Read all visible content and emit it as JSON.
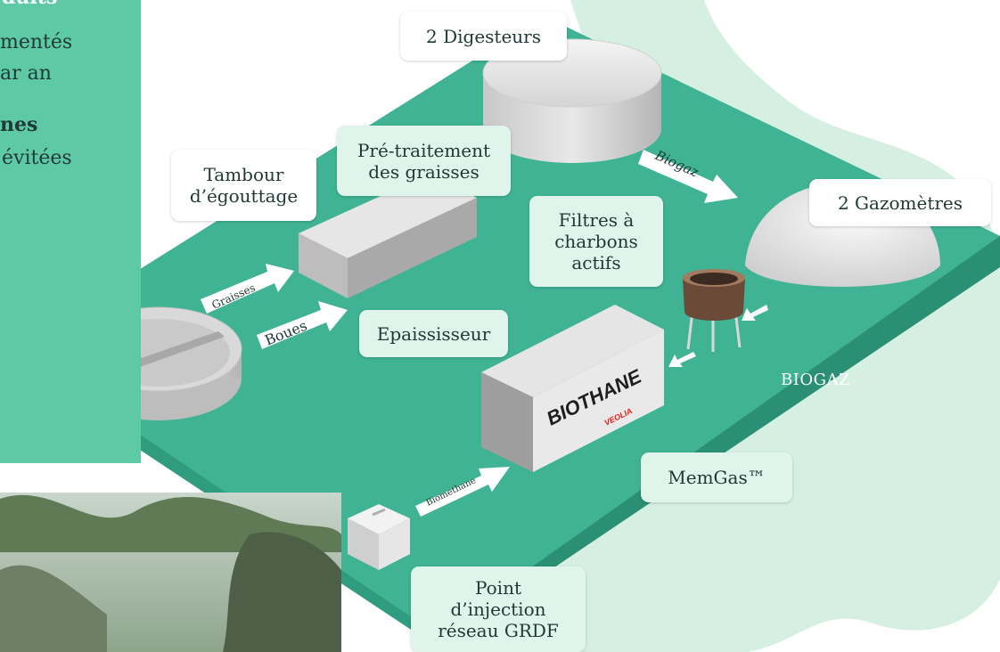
{
  "panel": {
    "title_fragment": "duits",
    "lines": [
      "mentés",
      "ar an",
      "nes",
      "évitées"
    ]
  },
  "labels": {
    "digesteurs": "2 Digesteurs",
    "pretraitement": "Pré-traitement\ndes graisses",
    "tambour": "Tambour\nd’égouttage",
    "filtres": "Filtres à\ncharbons\nactifs",
    "gazometres": "2 Gazomètres",
    "epaississeur": "Epaississeur",
    "memgas": "MemGas™",
    "point_injection": "Point\nd’injection\nréseau GRDF",
    "biogaz_zone": "BIOGAZ"
  },
  "arrows": {
    "graisses": "Graisses",
    "boues": "Boues",
    "biogaz": "Biogaz",
    "biomethane": "Biomethane"
  },
  "unit": {
    "brand": "BIOTHANE",
    "logo": "VEOLIA"
  },
  "colors": {
    "platform": "#3fb394",
    "platform_edge": "#2a8f74",
    "bg_blob": "#d5f0e3",
    "panel": "#5ec9a5",
    "accent_red": "#e2231a"
  }
}
